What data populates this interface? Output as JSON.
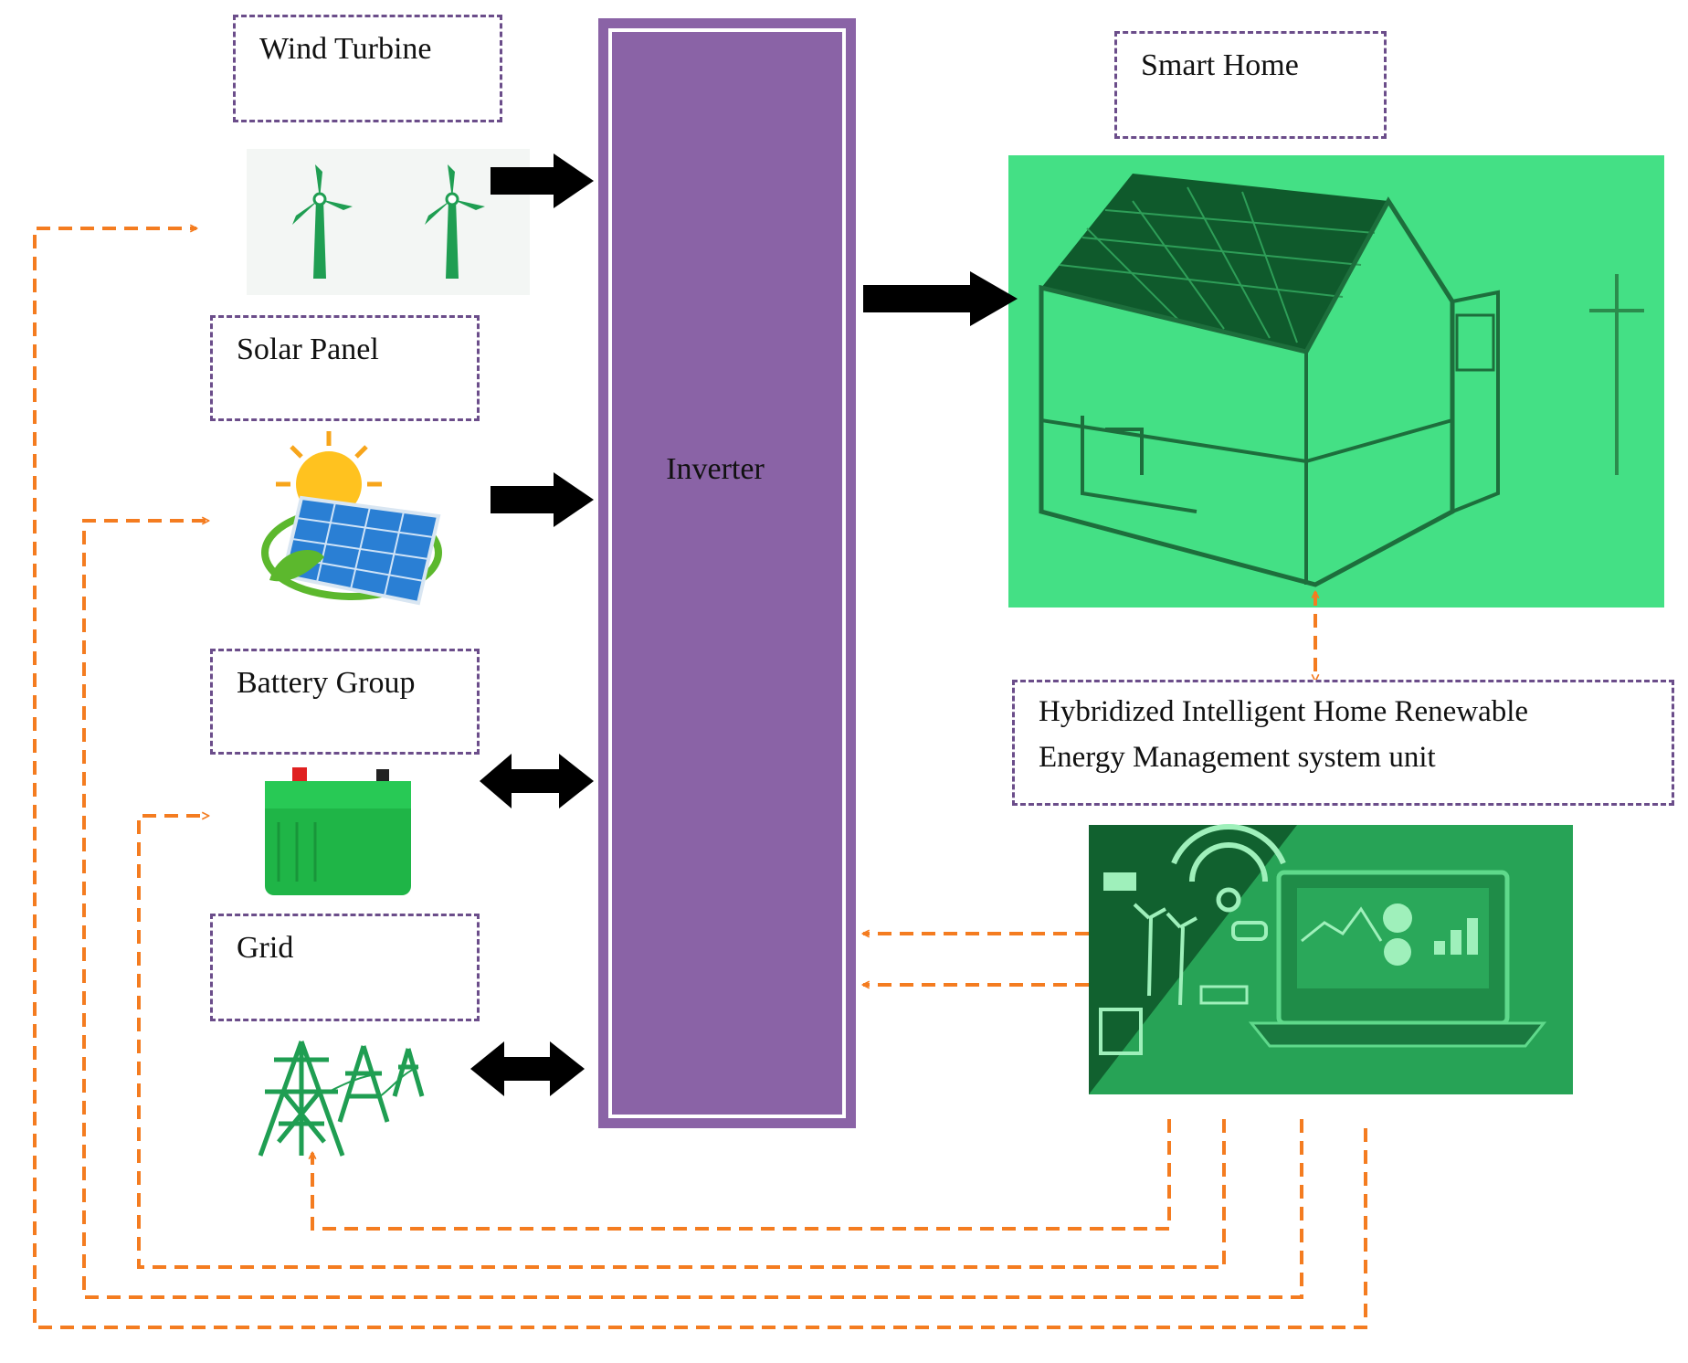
{
  "labels": {
    "wind_turbine": "Wind Turbine",
    "solar_panel": "Solar Panel",
    "battery_group": "Battery Group",
    "grid": "Grid",
    "smart_home": "Smart Home",
    "inverter": "Inverter",
    "hiherm_line1": "Hybridized Intelligent Home Renewable",
    "hiherm_line2": "Energy Management system unit"
  },
  "colors": {
    "inverter_fill": "#8a63a6",
    "label_border": "#6b4d8a",
    "control_arrow": "#f47c20",
    "power_arrow": "#000000",
    "icon_green": "#1f9e52",
    "home_bg": "#44e085",
    "ems_bg": "#27a356"
  }
}
